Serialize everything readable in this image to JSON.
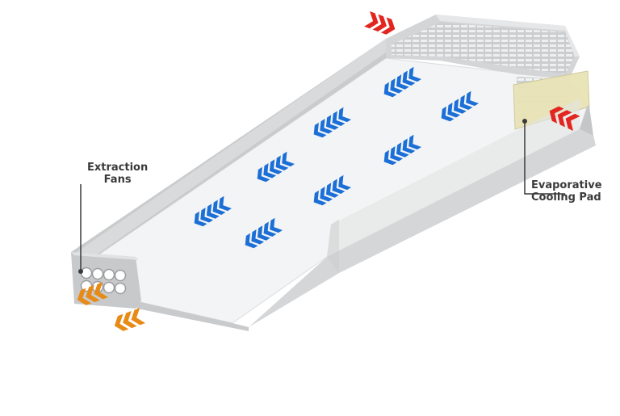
{
  "labels": {
    "extraction_line1": "Extraction",
    "extraction_line2": "Fans",
    "cooling_line1": "Evaporative",
    "cooling_line2": "Cooling Pad"
  },
  "colors": {
    "airflow_inside": "#1b6fd6",
    "airflow_intake": "#e2261f",
    "airflow_exhaust": "#e88a16",
    "cooling_pad": "#e9e3b6",
    "wall": "#d2d4d6",
    "floor": "#f3f4f5"
  },
  "icons": {
    "intake_arrow": "red-chevron-icon",
    "exhaust_arrow": "orange-chevron-icon",
    "airflow_arrow": "blue-chevron-icon"
  }
}
